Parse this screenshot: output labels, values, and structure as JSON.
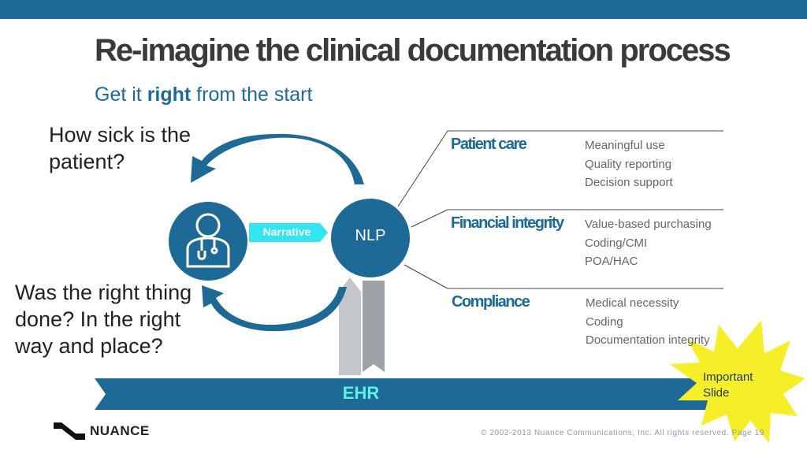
{
  "slide": {
    "title": "Re-imagine the clinical documentation process",
    "subtitle_pre": "Get it ",
    "subtitle_bold": "right",
    "subtitle_post": " from the start"
  },
  "questions": {
    "top": "How sick is the patient?",
    "bottom": "Was the right thing done? In the right way and place?"
  },
  "diagram": {
    "narrative_label": "Narrative",
    "nlp_label": "NLP",
    "ehr_label": "EHR",
    "categories": [
      {
        "name": "Patient care",
        "items": [
          "Meaningful use",
          "Quality reporting",
          "Decision support"
        ]
      },
      {
        "name": "Financial integrity",
        "items": [
          "Value-based purchasing",
          "Coding/CMI",
          "POA/HAC"
        ]
      },
      {
        "name": "Compliance",
        "items": [
          "Medical necessity",
          "Coding",
          "Documentation integrity"
        ]
      }
    ]
  },
  "starburst": {
    "line1": "Important",
    "line2": "Slide"
  },
  "footer": {
    "logo": "NUANCE",
    "copyright": "© 2002-2013 Nuance Communications, Inc. All rights reserved. Page 19"
  },
  "colors": {
    "primary": "#1e6a97",
    "accent": "#5ff0e6",
    "starburst": "#f7ee2a"
  }
}
